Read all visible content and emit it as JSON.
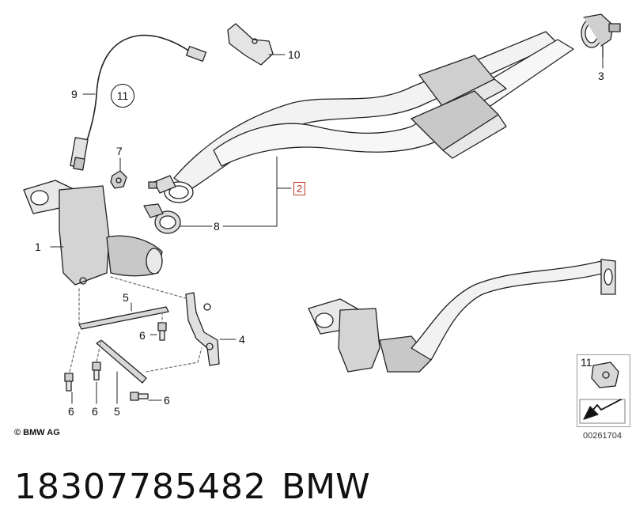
{
  "diagram": {
    "copyright": "© BMW AG",
    "drawing_number": "00261704",
    "callouts": {
      "c1": "1",
      "c2": "2",
      "c3": "3",
      "c4": "4",
      "c5a": "5",
      "c5b": "5",
      "c6a": "6",
      "c6b": "6",
      "c6c": "6",
      "c6d": "6",
      "c7": "7",
      "c8": "8",
      "c9": "9",
      "c10": "10",
      "c11": "11",
      "c11_legend": "11"
    }
  },
  "caption": {
    "part_number": "18307785482",
    "brand": "BMW"
  },
  "colors": {
    "line": "#222222",
    "highlight": "#c0392b",
    "shade": "#d9d9d9"
  }
}
